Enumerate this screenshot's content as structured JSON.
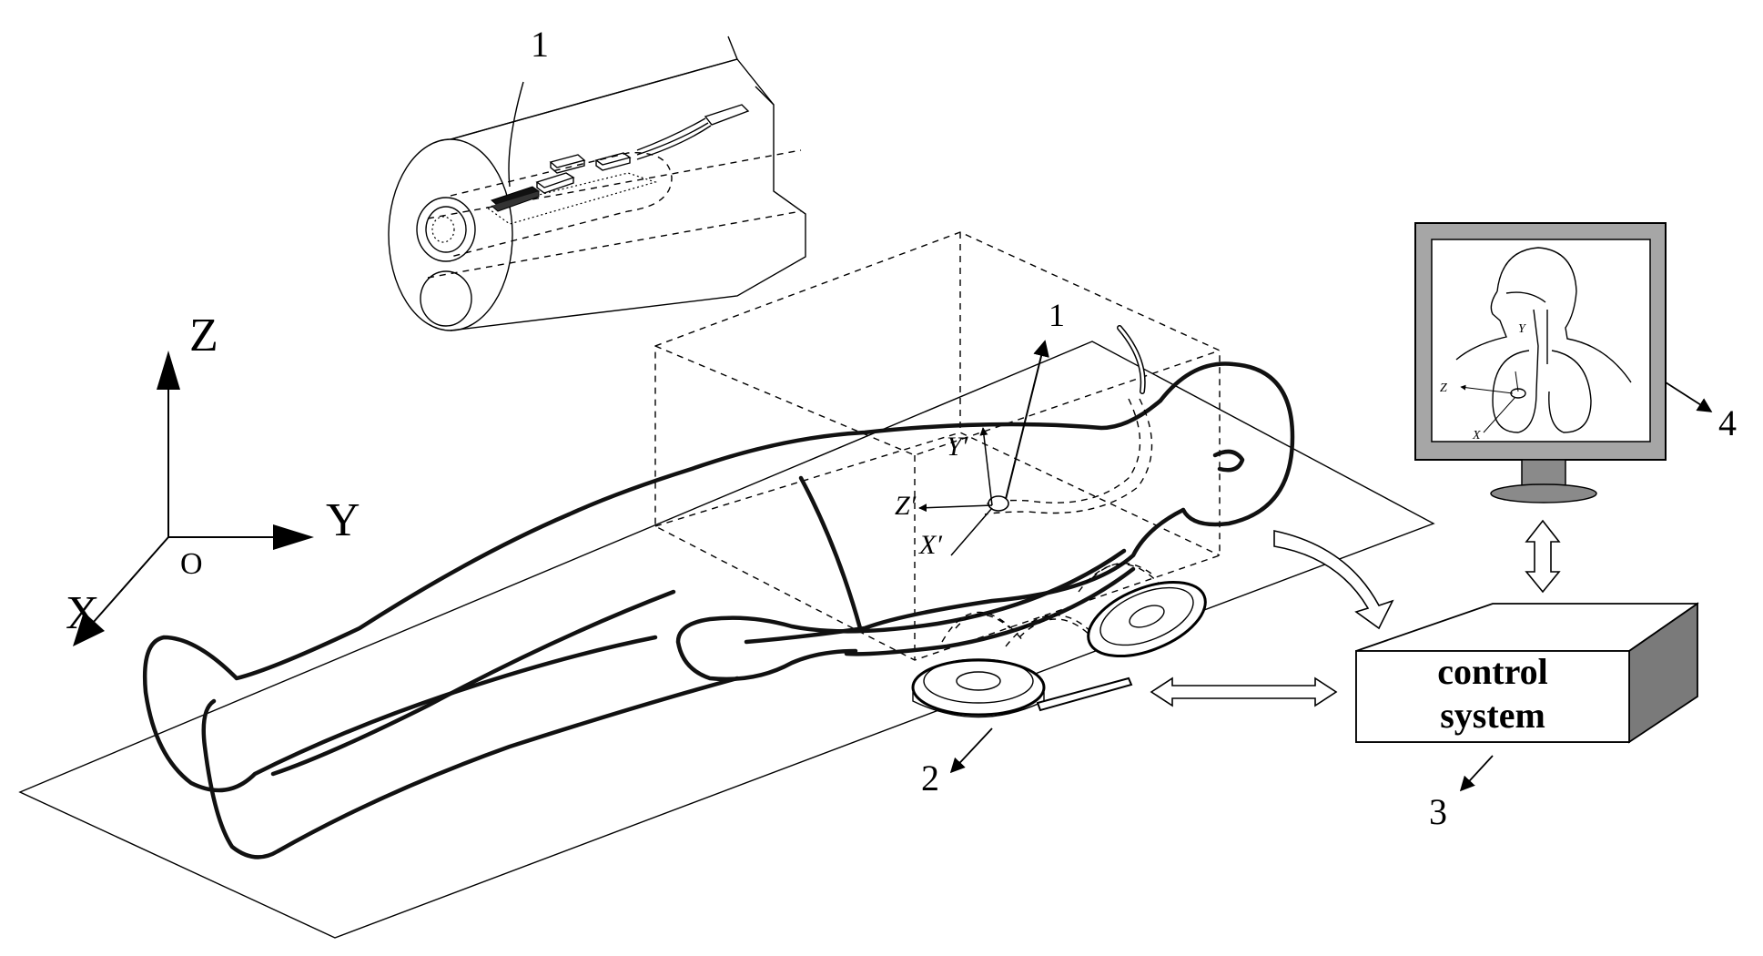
{
  "labels": {
    "axis_z": "Z",
    "axis_y": "Y",
    "axis_x": "X",
    "origin": "O",
    "local_y": "Y′",
    "local_z": "Z′",
    "local_x": "X′",
    "callout_capsule_inset": "1",
    "callout_capsule_body": "1",
    "callout_coils": "2",
    "callout_control": "3",
    "callout_monitor": "4",
    "control_system_line1": "control",
    "control_system_line2": "system",
    "monitor_z": "Z",
    "monitor_y": "Y",
    "monitor_x": "X"
  },
  "colors": {
    "line": "#000000",
    "box_side": "#7a7a7a",
    "monitor_frame": "#a6a6a6",
    "monitor_stand": "#8a8a8a",
    "background": "#ffffff"
  }
}
